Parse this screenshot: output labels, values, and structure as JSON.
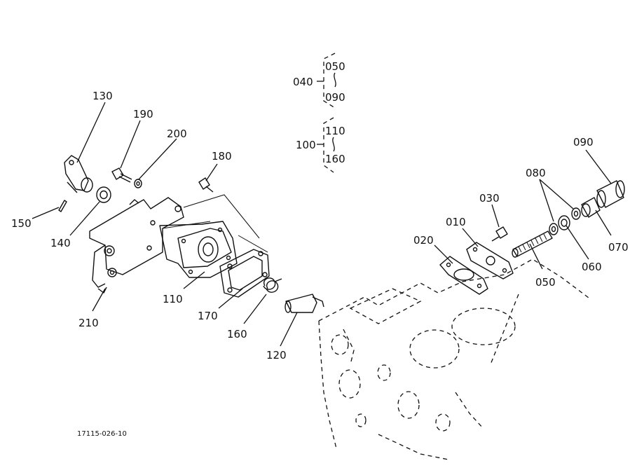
{
  "labels": {
    "p010": "010",
    "p020": "020",
    "p030": "030",
    "p040": "040",
    "p050": "050",
    "p060": "060",
    "p070": "070",
    "p080": "080",
    "p090": "090",
    "p100": "100",
    "p110": "110",
    "p120": "120",
    "p130": "130",
    "p140": "140",
    "p150": "150",
    "p160": "160",
    "p170": "170",
    "p180": "180",
    "p190": "190",
    "p200": "200",
    "p210": "210"
  },
  "groups": {
    "g040": {
      "from": "050",
      "to": "090"
    },
    "g100": {
      "from": "110",
      "to": "160"
    }
  },
  "drawing_number": "17115-026-10"
}
